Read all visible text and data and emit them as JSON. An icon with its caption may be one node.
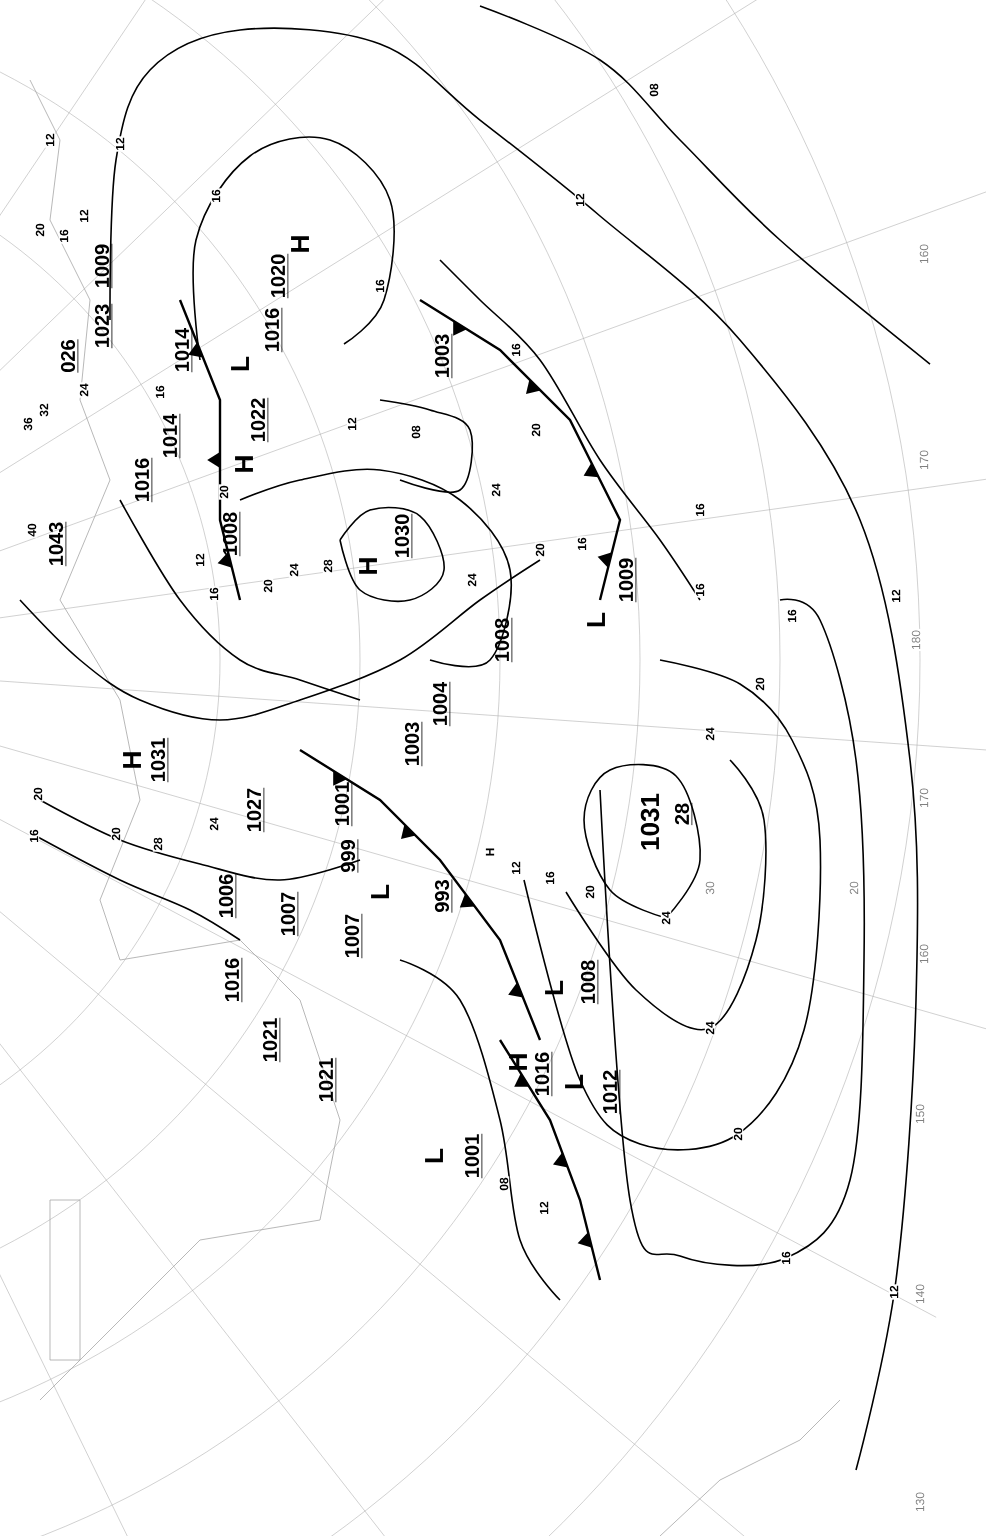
{
  "diagram": {
    "labels": [
      "12",
      "20",
      "16",
      "12",
      "1023",
      "1009",
      "026",
      "24",
      "12",
      "16",
      "16",
      "1020",
      "H",
      "1016",
      "L",
      "1014",
      "1014",
      "16",
      "1016",
      "32",
      "36",
      "1022",
      "H",
      "1003",
      "12",
      "08",
      "20",
      "24",
      "08",
      "12",
      "16",
      "16",
      "20",
      "20",
      "16",
      "1009",
      "L",
      "1008",
      "16",
      "16",
      "12",
      "20",
      "24",
      "1043",
      "40",
      "1008",
      "12",
      "16",
      "20",
      "24",
      "28",
      "H",
      "1030",
      "24",
      "1004",
      "1003",
      "H",
      "1031",
      "28",
      "1027",
      "24",
      "20",
      "16",
      "20",
      "1001",
      "999",
      "L",
      "993",
      "1006",
      "1007",
      "1007",
      "1016",
      "1021",
      "1021",
      "L",
      "1008",
      "H",
      "1031",
      "28",
      "24",
      "20",
      "16",
      "12",
      "H",
      "1016",
      "L",
      "1012",
      "24",
      "20",
      "16",
      "12",
      "08",
      "12",
      "L",
      "1001",
      "160",
      "170",
      "180",
      "170",
      "160",
      "150",
      "140",
      "130",
      "30",
      "20"
    ]
  }
}
